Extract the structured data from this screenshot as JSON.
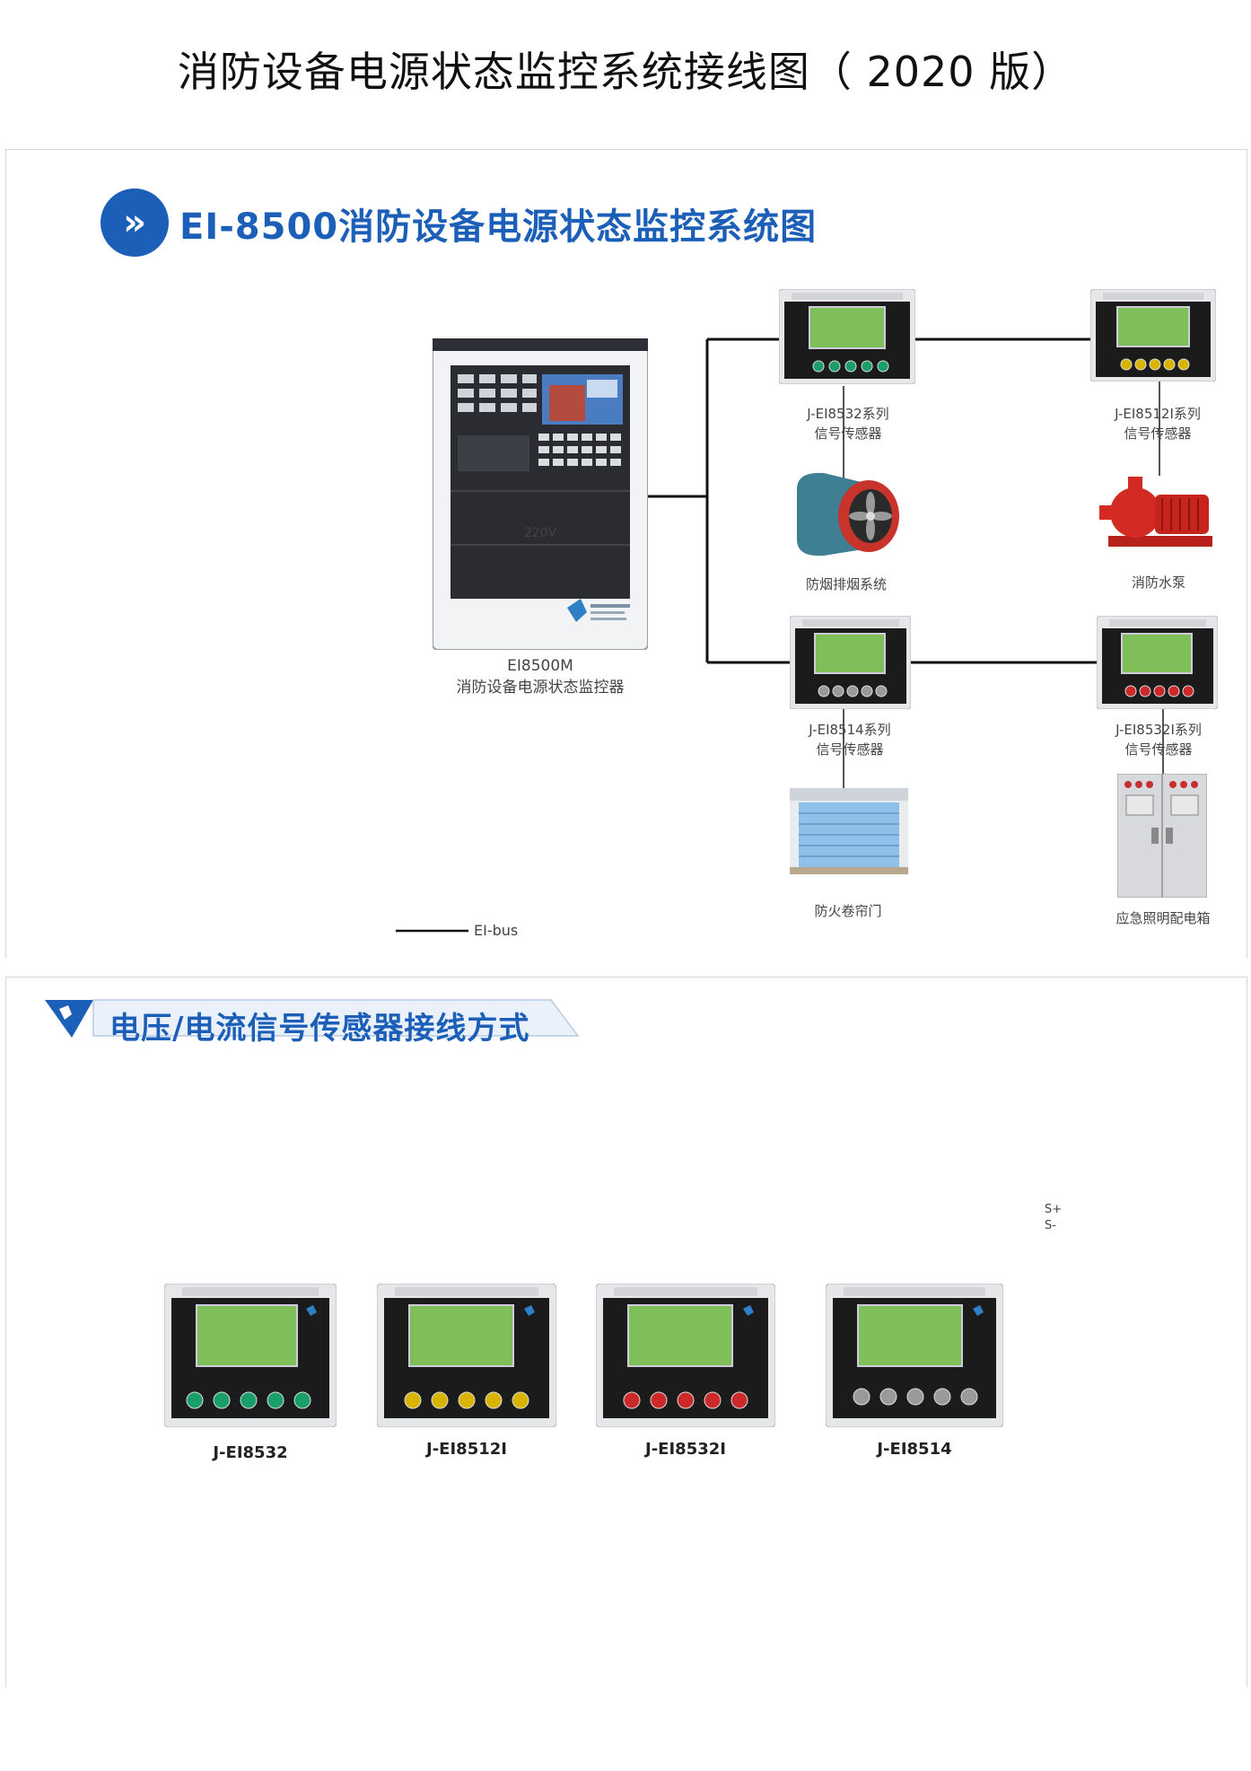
{
  "page": {
    "title": "消防设备电源状态监控系统接线图（ 2020 版）"
  },
  "diagram1": {
    "badge_icon": "double-chevron-icon",
    "badge_text": "»",
    "title": "EI-8500消防设备电源状态监控系统图",
    "controller": {
      "model": "EI8500M",
      "name": "消防设备电源状态监控器"
    },
    "power_label": "220V",
    "sensors": [
      {
        "line1": "J-EI8532系列",
        "line2": "信号传感器",
        "led_color": "#1a9e6a"
      },
      {
        "line1": "J-EI8512I系列",
        "line2": "信号传感器",
        "led_color": "#d8b400"
      },
      {
        "line1": "J-EI8514系列",
        "line2": "信号传感器",
        "led_color": "#9a9a9a"
      },
      {
        "line1": "J-EI8532I系列",
        "line2": "信号传感器",
        "led_color": "#cc2a2a"
      }
    ],
    "equipment": [
      {
        "name": "防烟排烟系统",
        "icon": "fan-icon"
      },
      {
        "name": "消防水泵",
        "icon": "pump-icon"
      },
      {
        "name": "防火卷帘门",
        "icon": "shutter-door-icon"
      },
      {
        "name": "应急照明配电箱",
        "icon": "distribution-box-icon"
      }
    ],
    "legend": {
      "label": "EI-bus"
    }
  },
  "diagram2": {
    "title": "电压/电流信号传感器接线方式",
    "bus_labels": {
      "top": "S+",
      "bottom": "S-"
    },
    "sensors": [
      {
        "model": "J-EI8532",
        "led_color": "#1a9e6a"
      },
      {
        "model": "J-EI8512I",
        "led_color": "#d8b400"
      },
      {
        "model": "J-EI8532I",
        "led_color": "#cc2a2a"
      },
      {
        "model": "J-EI8514",
        "led_color": "#9a9a9a"
      }
    ]
  },
  "colors": {
    "brand_blue": "#1c5fb8",
    "lcd_green": "#7fbf5a",
    "device_black": "#1b1b1b"
  }
}
